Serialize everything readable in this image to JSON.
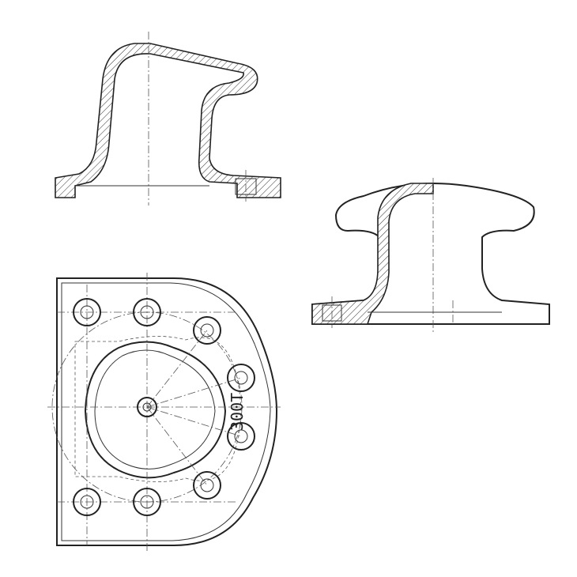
{
  "drawing": {
    "views": [
      "side-section-view",
      "front-section-view",
      "plan-view"
    ],
    "plan_label": "300T",
    "line_color": "#222222",
    "background": "#ffffff"
  }
}
